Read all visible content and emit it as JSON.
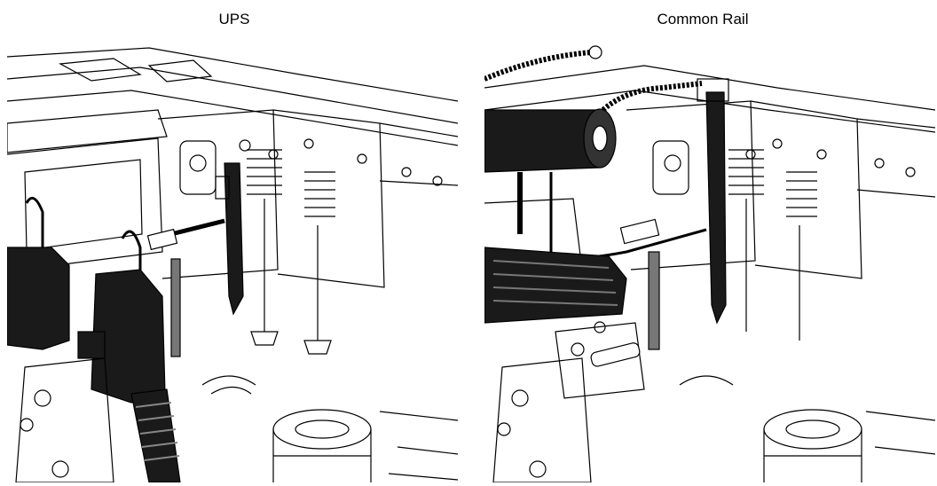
{
  "panels": [
    {
      "caption": "UPS",
      "variant": "unit-pump"
    },
    {
      "caption": "Common Rail",
      "variant": "common-rail"
    }
  ],
  "colors": {
    "line": "#000000",
    "background": "#ffffff",
    "dark_part": "#1a1a1a",
    "shade": "#7a7a7a"
  }
}
